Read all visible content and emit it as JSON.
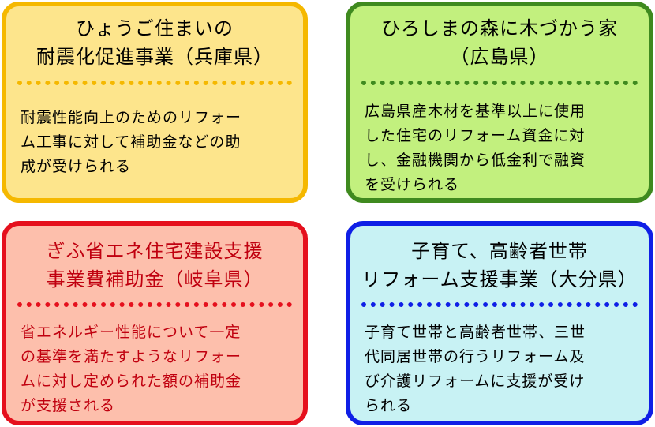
{
  "cards": {
    "top_left": {
      "title": "ひょうご住まいの\n耐震化促進事業（兵庫県）",
      "body": "耐震性能向上のためのリフォー\nム工事に対して補助金などの助\n成が受けられる",
      "colors": {
        "border": "#f5b800",
        "background": "#fde58c",
        "title_text": "#000000",
        "body_text": "#000000",
        "divider": "#f5b800"
      }
    },
    "top_right": {
      "title": "ひろしまの森に木づかう家\n（広島県）",
      "body": "広島県産木材を基準以上に使用\nした住宅のリフォーム資金に対\nし、金融機関から低金利で融資\nを受けられる",
      "colors": {
        "border": "#3f8a1f",
        "background": "#c2f07e",
        "title_text": "#000000",
        "body_text": "#000000",
        "divider": "#3f8a1f"
      }
    },
    "bottom_left": {
      "title": "ぎふ省エネ住宅建設支援\n事業費補助金（岐阜県）",
      "body": "省エネルギー性能について一定\nの基準を満たすようなリフォー\nムに対し定められた額の補助金\nが支援される",
      "colors": {
        "border": "#e5101d",
        "background": "#fdbfac",
        "title_text": "#c0000f",
        "body_text": "#c0000f",
        "divider": "#e5101d"
      }
    },
    "bottom_right": {
      "title": "子育て、高齢者世帯\nリフォーム支援事業（大分県）",
      "body": "子育て世帯と高齢者世帯、三世\n代同居世帯の行うリフォーム及\nび介護リフォームに支援が受け\nられる",
      "colors": {
        "border": "#0f1fe6",
        "background": "#c8f2f4",
        "title_text": "#000000",
        "body_text": "#000000",
        "divider": "#0f1fe6"
      }
    }
  }
}
